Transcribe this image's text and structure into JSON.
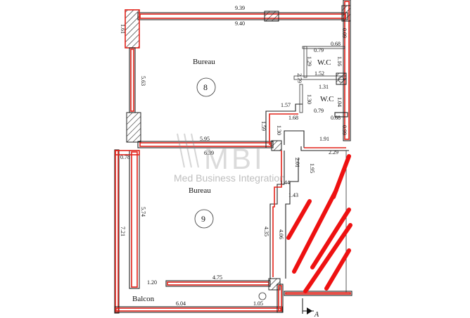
{
  "rooms": {
    "room8": {
      "name": "Bureau",
      "number": "8"
    },
    "room9": {
      "name": "Bureau",
      "number": "9"
    },
    "wc_top": {
      "name": "W.C"
    },
    "wc_bottom": {
      "name": "W.C"
    },
    "balcony": {
      "name": "Balcon"
    }
  },
  "dimensions": {
    "top_outer": "9.39",
    "top_inner": "9.40",
    "left_top": "1.61",
    "right_top": "0.09",
    "wc1_top": "0.79",
    "wc1_right": "0.68",
    "wc_side": "2.79",
    "wc1_h": "1.29",
    "wc_right_a": "1.16",
    "wc_mid": "1.52",
    "wc2_top": "1.31",
    "wc2_h": "1.30",
    "wc2_right": "1.04",
    "wc2_bottom": "0.79",
    "wc2_bottom_right": "0.68",
    "room8_left": "5.63",
    "step_a": "1.57",
    "step_b": "1.68",
    "step_v1": "1.59",
    "step_v2": "1.30",
    "right_mid": "0.99",
    "mid_a": "5.95",
    "mid_b": "6.39",
    "corr_top": "1.91",
    "corr_right": "2.29",
    "left_small": "0.78",
    "corr_v1": "2.01",
    "corr_v2": "1.95",
    "corr_a": "1.44",
    "corr_b": "1.43",
    "left_outer": "7.21",
    "room9_left": "5.74",
    "corr_long_a": "4.35",
    "corr_long_b": "4.06",
    "bottom_wall_small": "1.20",
    "bottom_wall": "4.75",
    "balcony_len": "6.04",
    "balcony_end": "1.05"
  },
  "watermark": {
    "logo": "MBI",
    "text": "Med Business Integration"
  },
  "section_label": "A"
}
